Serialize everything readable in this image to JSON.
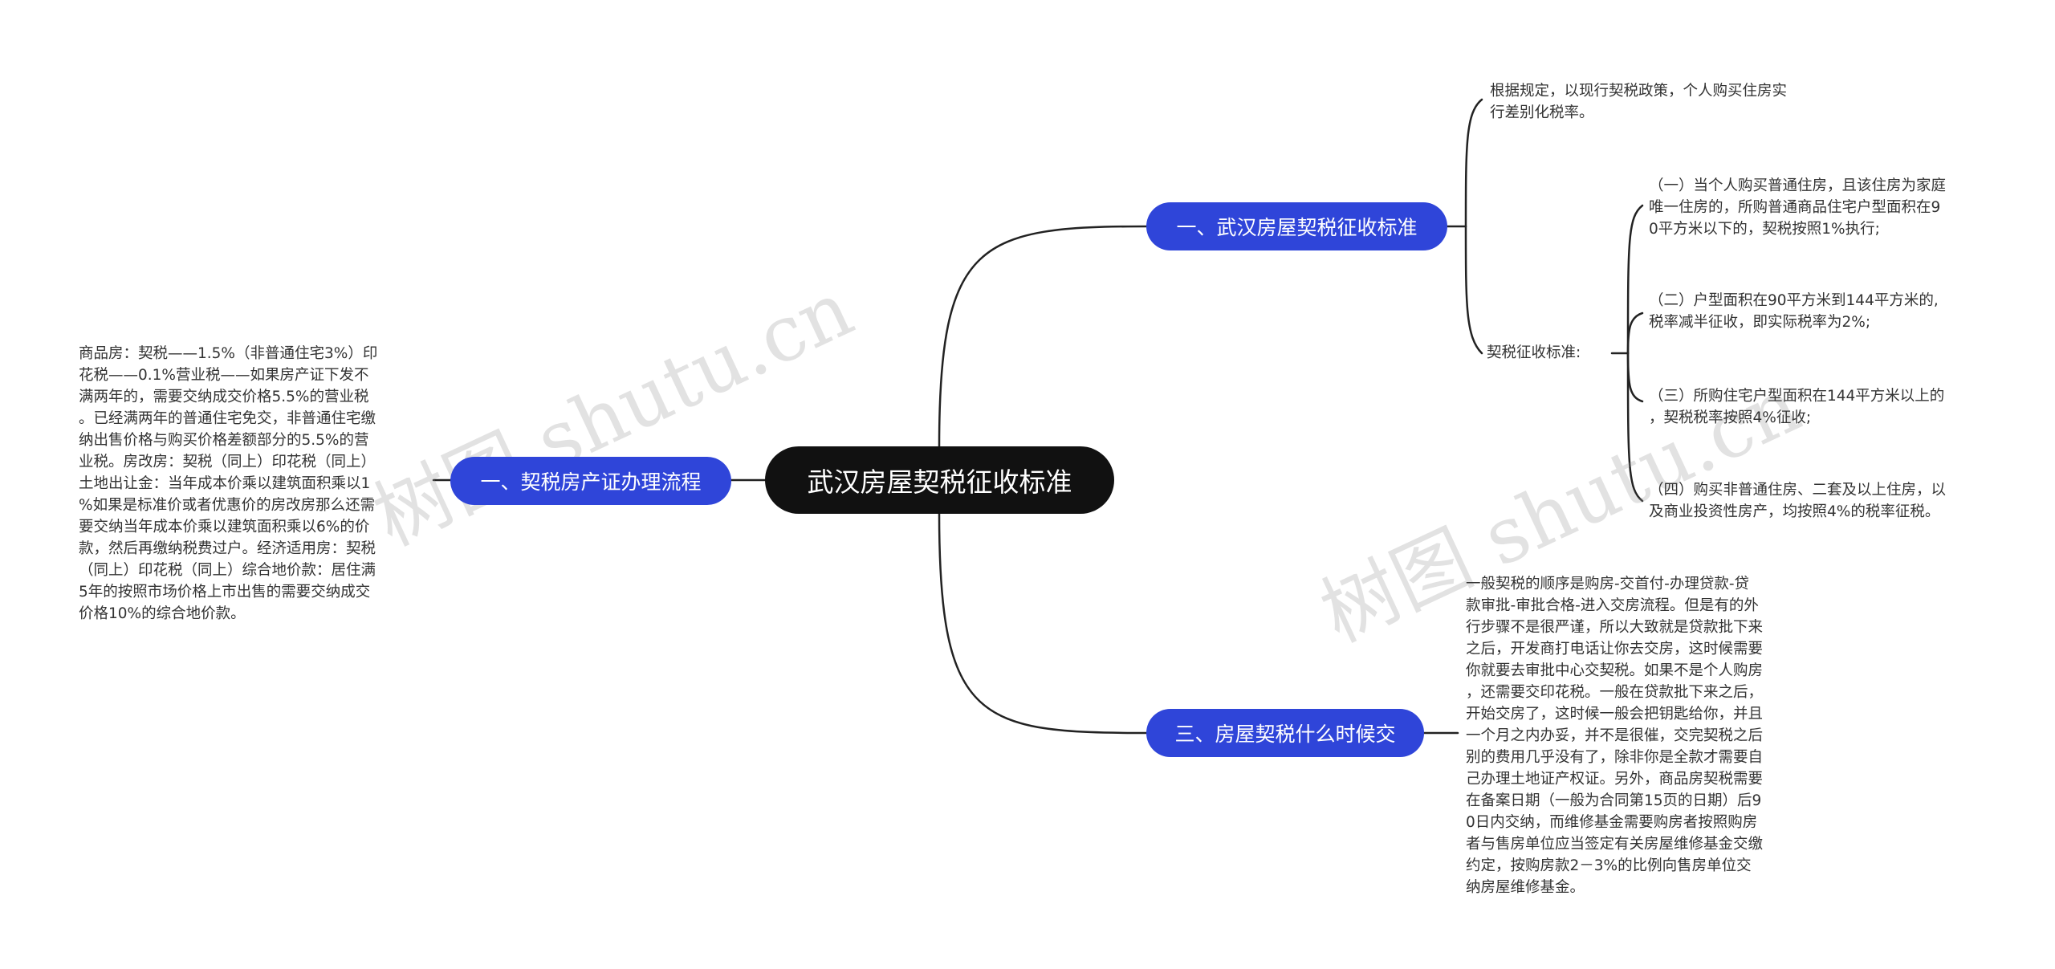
{
  "root": {
    "label": "武汉房屋契税征收标准"
  },
  "branches": {
    "standard": {
      "label": "一、武汉房屋契税征收标准",
      "intro": "根据规定，以现行契税政策，个人购买住房实\n行差别化税率。",
      "sub_label": "契税征收标准:",
      "items": [
        "（一）当个人购买普通住房，且该住房为家庭\n唯一住房的，所购普通商品住宅户型面积在9\n0平方米以下的，契税按照1%执行;",
        "（二）户型面积在90平方米到144平方米的,\n税率减半征收，即实际税率为2%;",
        "（三）所购住宅户型面积在144平方米以上的\n，契税税率按照4%征收;",
        "（四）购买非普通住房、二套及以上住房，以\n及商业投资性房产，均按照4%的税率征税。"
      ]
    },
    "when": {
      "label": "三、房屋契税什么时候交",
      "text": "一般契税的顺序是购房-交首付-办理贷款-贷\n款审批-审批合格-进入交房流程。但是有的外\n行步骤不是很严谨，所以大致就是贷款批下来\n之后，开发商打电话让你去交房，这时候需要\n你就要去审批中心交契税。如果不是个人购房\n，还需要交印花税。一般在贷款批下来之后，\n开始交房了，这时候一般会把钥匙给你，并且\n一个月之内办妥，并不是很催，交完契税之后\n别的费用几乎没有了，除非你是全款才需要自\n己办理土地证产权证。另外，商品房契税需要\n在备案日期（一般为合同第15页的日期）后9\n0日内交纳，而维修基金需要购房者按照购房\n者与售房单位应当签定有关房屋维修基金交缴\n约定，按购房款2－3%的比例向售房单位交\n纳房屋维修基金。"
    },
    "process": {
      "label": "一、契税房产证办理流程",
      "text": "商品房：契税——1.5%（非普通住宅3%）印\n花税——0.1%营业税——如果房产证下发不\n满两年的，需要交纳成交价格5.5%的营业税\n。已经满两年的普通住宅免交，非普通住宅缴\n纳出售价格与购买价格差额部分的5.5%的营\n业税。房改房：契税（同上）印花税（同上）\n土地出让金：当年成本价乘以建筑面积乘以1\n%如果是标准价或者优惠价的房改房那么还需\n要交纳当年成本价乘以建筑面积乘以6%的价\n款，然后再缴纳税费过户。经济适用房：契税\n（同上）印花税（同上）综合地价款：居住满\n5年的按照市场价格上市出售的需要交纳成交\n价格10%的综合地价款。"
    }
  },
  "watermark": {
    "text": "树图 shutu.cn"
  },
  "colors": {
    "root": "#111111",
    "branch": "#2f45d9",
    "line": "#222222",
    "text": "#333333"
  }
}
